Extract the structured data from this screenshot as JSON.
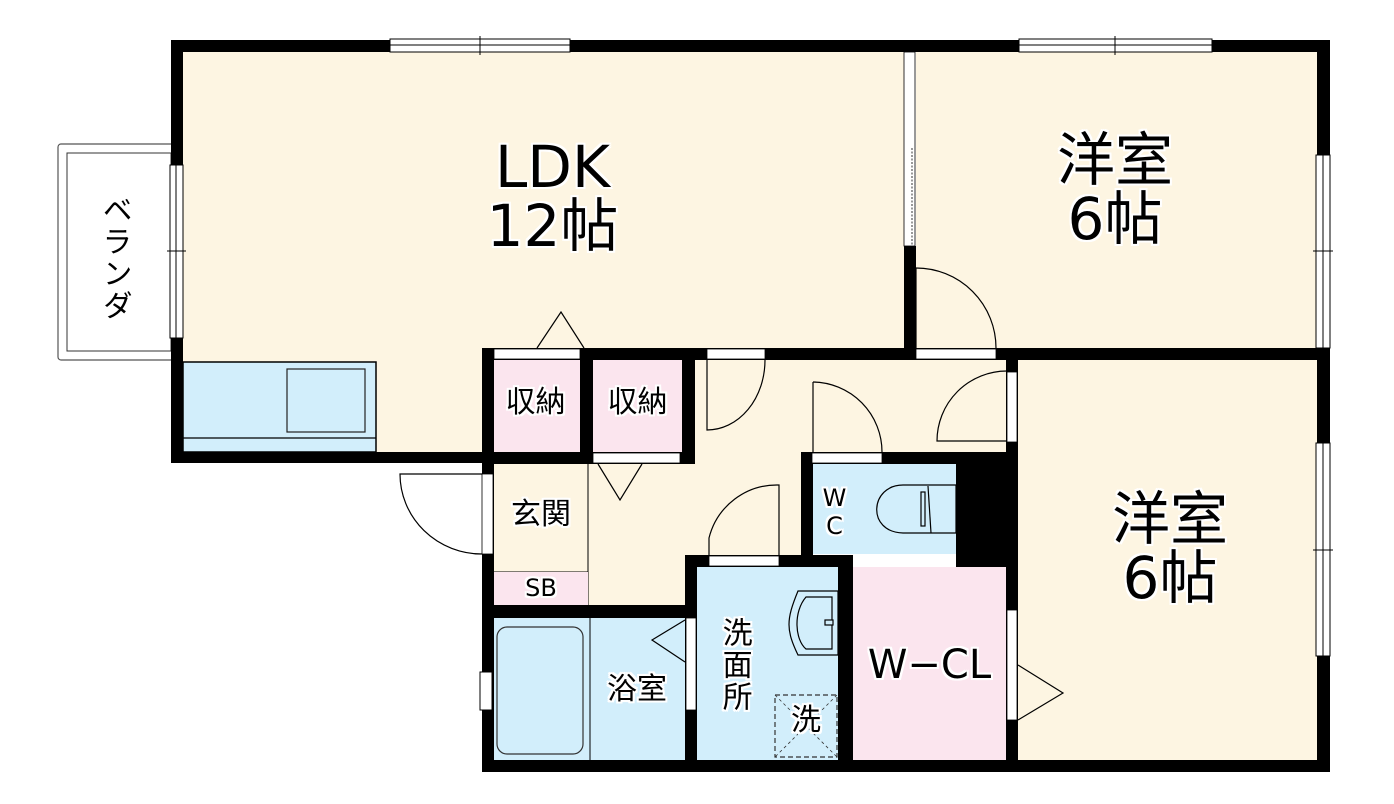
{
  "floorplan": {
    "colors": {
      "wall": "#000000",
      "living_floor": "#fdf5e2",
      "wet_area": "#d2eefb",
      "storage": "#fbe5ee",
      "balcony": "#ffffff",
      "window": "#ffffff"
    },
    "rooms": {
      "ldk": {
        "name": "LDK",
        "size": "12帖"
      },
      "western_room_1": {
        "name": "洋室",
        "size": "6帖"
      },
      "western_room_2": {
        "name": "洋室",
        "size": "6帖"
      },
      "balcony": {
        "name": "ベランダ"
      },
      "storage_1": {
        "name": "収納"
      },
      "storage_2": {
        "name": "収納"
      },
      "entrance": {
        "name": "玄関"
      },
      "shoe_box": {
        "name": "SB"
      },
      "toilet": {
        "name": "WC"
      },
      "bathroom": {
        "name": "浴室"
      },
      "washroom": {
        "name": "洗面所"
      },
      "washer_space": {
        "name": "洗"
      },
      "walk_in_closet": {
        "name": "W−CL"
      }
    },
    "fixtures": [
      "kitchen-counter",
      "sink",
      "toilet",
      "bathtub",
      "washbasin",
      "washing-machine-pan"
    ]
  }
}
